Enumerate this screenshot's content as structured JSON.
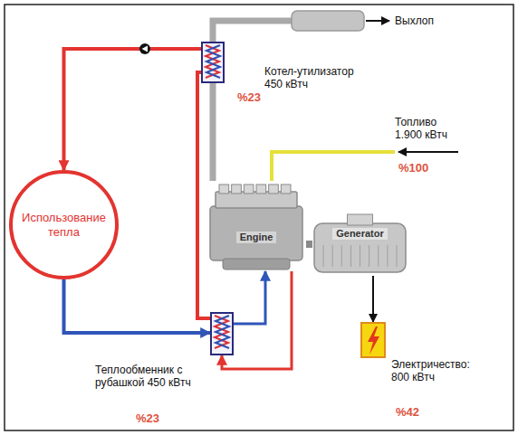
{
  "diagram": {
    "nodes": [
      {
        "text": [
          "Использование тепла"
        ]
      },
      {
        "text": [
          "Котел-утилизатор 450 кВтч"
        ]
      },
      {
        "text": [
          "Engine"
        ]
      },
      {
        "text": [
          "Generator"
        ]
      },
      {
        "text": [
          "Теплообменник с рубашкой 450 кВтч"
        ]
      },
      {
        "text": [
          "Электричество: 800 кВтч"
        ]
      }
    ],
    "edges": [
      {
        "from": 1,
        "to": 0,
        "arrow": "to"
      },
      {
        "from": 0,
        "to": 4,
        "arrow": "to"
      },
      {
        "from": 4,
        "to": 1,
        "arrow": "none"
      },
      {
        "from": 2,
        "to": 1,
        "arrow": "none"
      },
      {
        "from": 4,
        "to": 2,
        "arrow": "to"
      },
      {
        "from": 2,
        "to": 4,
        "arrow": "to"
      },
      {
        "from": 2,
        "to": 3,
        "arrow": "none"
      },
      {
        "from": 3,
        "to": 5,
        "arrow": "to"
      }
    ],
    "labels": [
      "Выхлоп",
      "%23",
      "Топливо 1.900 кВтч",
      "%100",
      "%42",
      "%23"
    ]
  }
}
